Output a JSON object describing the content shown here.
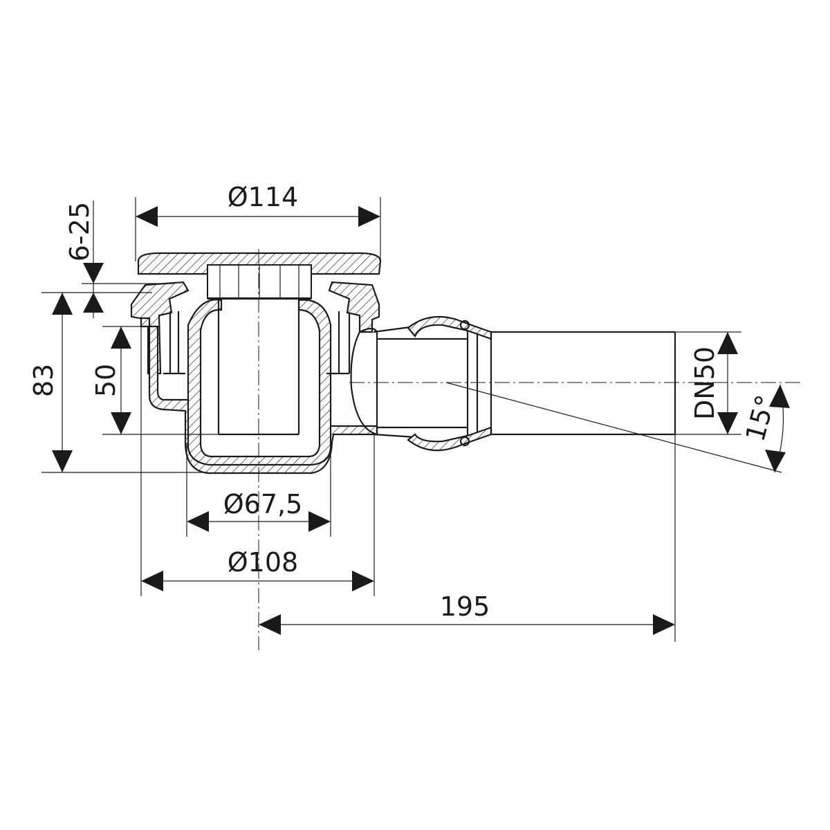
{
  "dimensions": {
    "top_diameter": "Ø114",
    "adjust_range": "6-25",
    "total_height": "83",
    "water_seal": "50",
    "outlet": "DN50",
    "angle": "15°",
    "inner_diameter": "Ø67,5",
    "body_diameter": "Ø108",
    "length": "195"
  },
  "colors": {
    "line": "#1a1a1a",
    "background": "#ffffff"
  }
}
